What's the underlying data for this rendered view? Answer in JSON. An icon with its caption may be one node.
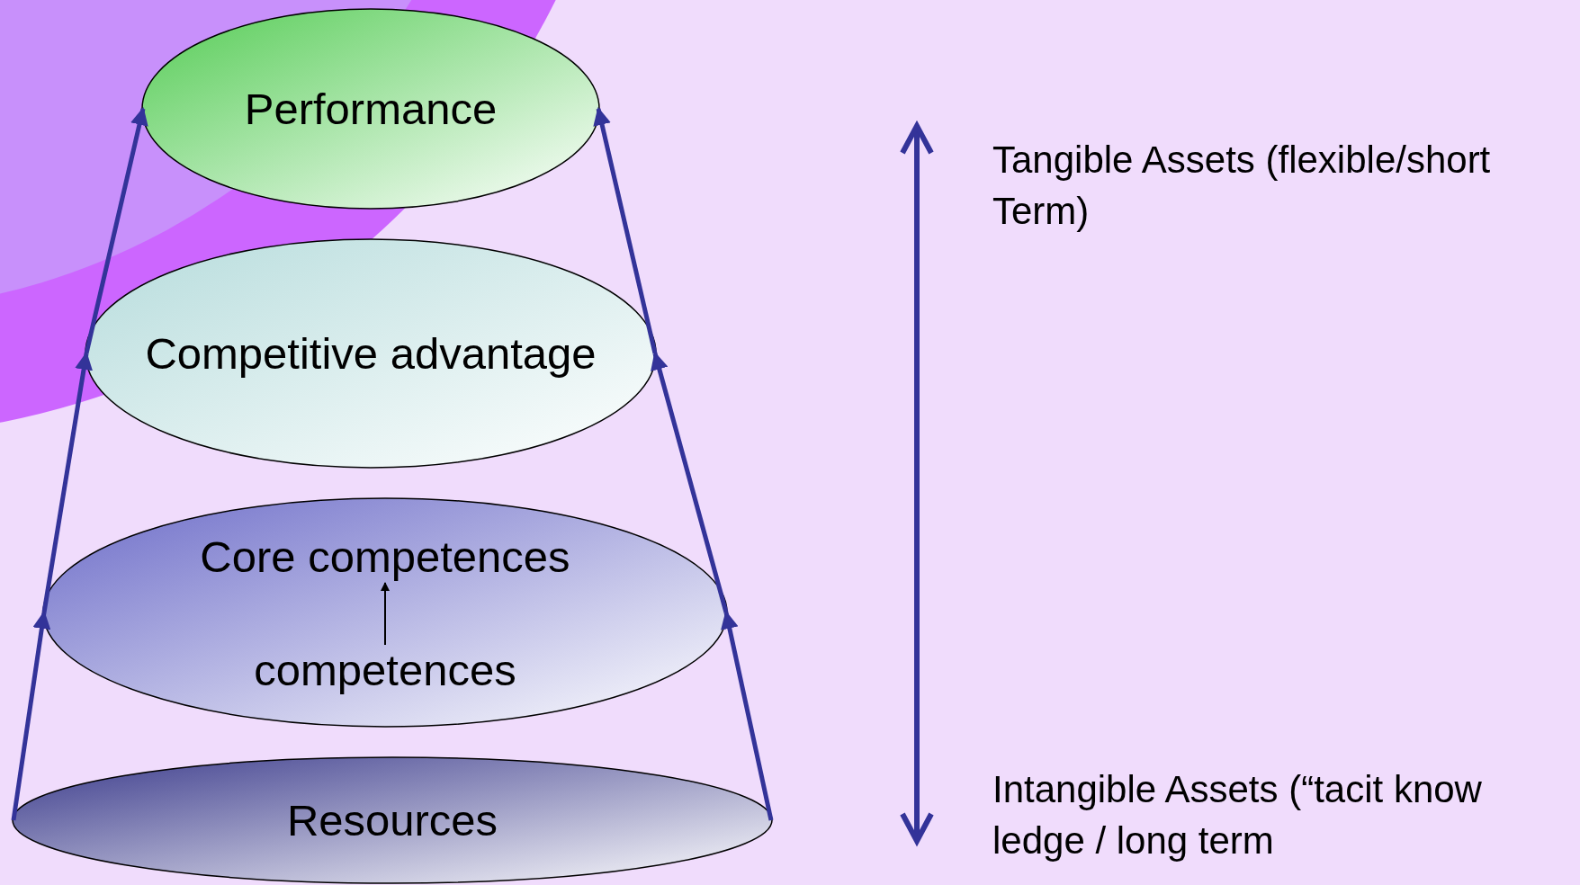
{
  "diagram": {
    "nodes": [
      {
        "text": [
          "Performance"
        ]
      },
      {
        "text": [
          "Competitive advantage"
        ]
      },
      {
        "text": [],
        "shape": "ellipse"
      },
      {
        "text": [
          "Core competences"
        ],
        "in": 2
      },
      {
        "text": [
          "competences"
        ],
        "in": 2
      },
      {
        "text": [
          "Resources"
        ]
      }
    ],
    "edges": [
      {
        "from": 5,
        "to": 2,
        "arrow": "to"
      },
      {
        "from": 2,
        "to": 1,
        "arrow": "to"
      },
      {
        "from": 1,
        "to": 0,
        "arrow": "to"
      },
      {
        "from": 5,
        "to": 2,
        "arrow": "to"
      },
      {
        "from": 2,
        "to": 1,
        "arrow": "to"
      },
      {
        "from": 1,
        "to": 0,
        "arrow": "to"
      },
      {
        "from": 4,
        "to": 3,
        "arrow": "to",
        "color": "#000000"
      }
    ],
    "labels": [
      "Tangible Assets (flexible/short Term)",
      "Intangible Assets (“tacit know ledge / long term"
    ]
  }
}
